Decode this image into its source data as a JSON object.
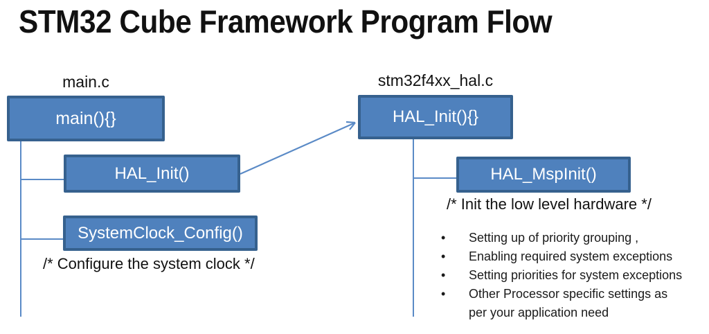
{
  "title": "STM32 Cube Framework Program Flow",
  "colors": {
    "box_fill": "#4f81bd",
    "box_border": "#36618e",
    "connector_line": "#5a8ac6",
    "box_text": "#ffffff",
    "body_text": "#1a1a1a"
  },
  "left_column": {
    "file_label": "main.c",
    "main_box": "main(){}",
    "hal_init_box": "HAL_Init()",
    "sysclock_box": "SystemClock_Config()",
    "comment": "/* Configure the system clock */"
  },
  "right_column": {
    "file_label": "stm32f4xx_hal.c",
    "hal_init_box": "HAL_Init(){}",
    "msp_init_box": "HAL_MspInit()",
    "comment": "/* Init the low level hardware */",
    "bullets": [
      "Setting up of priority grouping ,",
      "Enabling required system exceptions",
      "Setting priorities for system exceptions",
      "Other Processor specific settings as\n per your application need"
    ]
  }
}
